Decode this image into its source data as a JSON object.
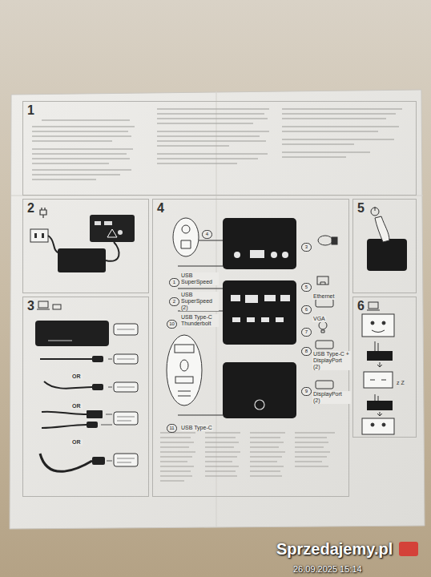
{
  "diagram": {
    "nodes": [
      {
        "text": [
          "1"
        ]
      },
      {
        "text": [
          "2"
        ]
      },
      {
        "text": [
          "3"
        ]
      },
      {
        "text": [
          "4"
        ]
      },
      {
        "text": [
          "5"
        ]
      },
      {
        "text": [
          "6"
        ]
      }
    ],
    "labels": [
      "4",
      "3",
      "1",
      "USB SuperSpeed",
      "5",
      "Ethernet",
      "2",
      "USB SuperSpeed (2)",
      "6",
      "VGA",
      "10",
      "USB Type-C Thunderbolt",
      "7",
      "8",
      "USB Type-C + DisplayPort (2)",
      "9",
      "DisplayPort (2)",
      "11",
      "USB Type-C",
      "OR",
      "OR",
      "OR",
      "z Z",
      "Sprzedajemy.pl",
      "26.09.2025 15:14"
    ]
  }
}
